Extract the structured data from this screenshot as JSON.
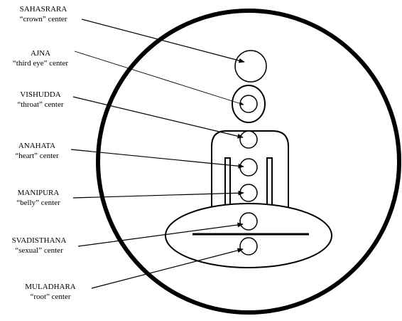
{
  "chakras": [
    {
      "name": "SAHASRARA",
      "desc": "“crown” center"
    },
    {
      "name": "AJNA",
      "desc": "“third eye” center"
    },
    {
      "name": "VISHUDDA",
      "desc": "“throat” center"
    },
    {
      "name": "ANAHATA",
      "desc": "“heart” center"
    },
    {
      "name": "MANIPURA",
      "desc": "“belly” center"
    },
    {
      "name": "SVADISTHANA",
      "desc": "“sexual” center"
    },
    {
      "name": "MULADHARA",
      "desc": "“root” center"
    }
  ]
}
